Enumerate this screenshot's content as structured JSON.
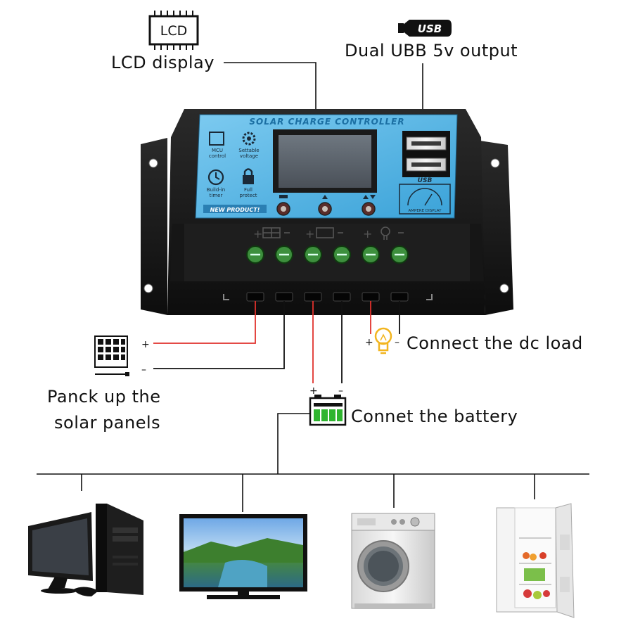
{
  "callouts": {
    "lcd_icon_text": "LCD",
    "lcd_display": "LCD display",
    "usb_icon_text": "USB",
    "dual_usb": "Dual UBB 5v output",
    "dc_load": "Connect the dc load",
    "battery": "Connet the battery",
    "solar_line1": "Panck up the",
    "solar_line2": "solar panels"
  },
  "controller": {
    "title": "SOLAR CHARGE CONTROLLER",
    "features": [
      {
        "line1": "MCU",
        "line2": "control",
        "icon": "chip-icon"
      },
      {
        "line1": "Settable",
        "line2": "voltage",
        "icon": "gear-icon"
      },
      {
        "line1": "Build-in",
        "line2": "timer",
        "icon": "clock-icon"
      },
      {
        "line1": "Full",
        "line2": "protect",
        "icon": "lock-icon"
      }
    ],
    "new_product": "NEW PRODUCT!",
    "usb_badge": "USB",
    "ampere_display": "AMPERE DISPLAY",
    "terminal_groups": [
      "solar",
      "battery",
      "load"
    ]
  },
  "polarity": {
    "plus": "+",
    "minus": "–"
  },
  "appliances": [
    "desktop-computer",
    "television",
    "washing-machine",
    "refrigerator"
  ],
  "colors": {
    "panel_blue": "#5ab8e6",
    "housing": "#1c1c1c",
    "wire_red": "#e0312c",
    "wire_black": "#111111",
    "battery_green": "#2fb52f",
    "bulb_yellow": "#f2b51f"
  }
}
